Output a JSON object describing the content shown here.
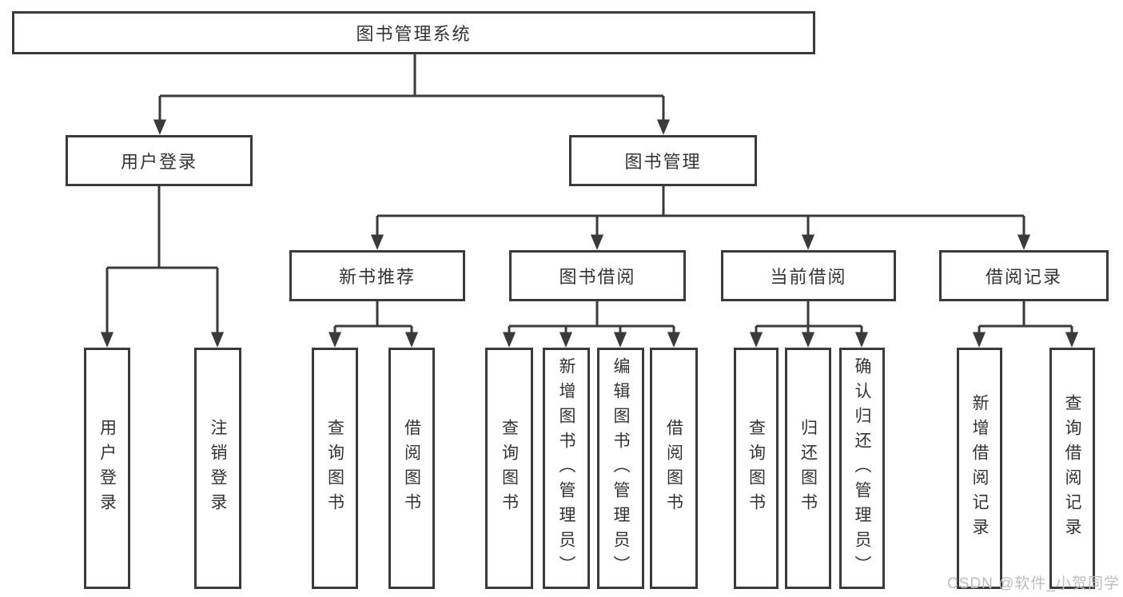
{
  "colors": {
    "line": "#3a3a3a",
    "text": "#333333",
    "watermark": "#bdbdbd",
    "background": "#ffffff"
  },
  "watermark": {
    "text": "CSDN @软件_小贺同学"
  },
  "tree": {
    "root": {
      "label": "图书管理系统",
      "children": [
        {
          "label": "用户登录",
          "children": [
            {
              "label": "用户登录"
            },
            {
              "label": "注销登录"
            }
          ]
        },
        {
          "label": "图书管理",
          "children": [
            {
              "label": "新书推荐",
              "children": [
                {
                  "label": "查询图书"
                },
                {
                  "label": "借阅图书"
                }
              ]
            },
            {
              "label": "图书借阅",
              "children": [
                {
                  "label": "查询图书"
                },
                {
                  "label": "新增图书（管理员）"
                },
                {
                  "label": "编辑图书（管理员）"
                },
                {
                  "label": "借阅图书"
                }
              ]
            },
            {
              "label": "当前借阅",
              "children": [
                {
                  "label": "查询图书"
                },
                {
                  "label": "归还图书"
                },
                {
                  "label": "确认归还（管理员）"
                }
              ]
            },
            {
              "label": "借阅记录",
              "children": [
                {
                  "label": "新增借阅记录"
                },
                {
                  "label": "查询借阅记录"
                }
              ]
            }
          ]
        }
      ]
    }
  }
}
